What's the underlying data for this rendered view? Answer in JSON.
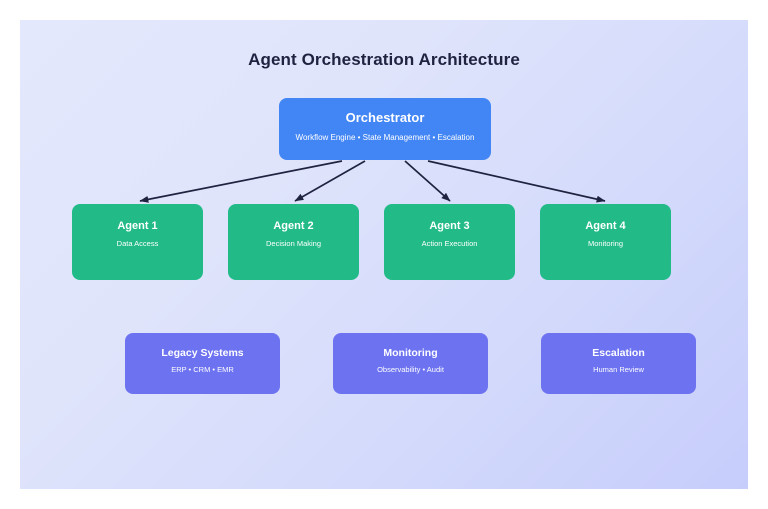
{
  "diagram": {
    "title": "Agent Orchestration Architecture",
    "type": "flow-diagram",
    "canvas": {
      "background_gradient_from": "#e4e8fc",
      "background_gradient_to": "#c6cdfb",
      "page_background": "#ffffff"
    },
    "colors": {
      "title_text": "#1f2340",
      "orchestrator": "#4285f4",
      "agent": "#22bb88",
      "system": "#6c72f0",
      "arrow": "#1f2340",
      "node_text": "#ffffff"
    },
    "orchestrator": {
      "title": "Orchestrator",
      "subtitle": "Workflow Engine • State Management • Escalation"
    },
    "agents": [
      {
        "title": "Agent 1",
        "subtitle": "Data Access"
      },
      {
        "title": "Agent 2",
        "subtitle": "Decision Making"
      },
      {
        "title": "Agent 3",
        "subtitle": "Action Execution"
      },
      {
        "title": "Agent 4",
        "subtitle": "Monitoring"
      }
    ],
    "systems": [
      {
        "title": "Legacy Systems",
        "subtitle": "ERP • CRM • EMR"
      },
      {
        "title": "Monitoring",
        "subtitle": "Observability • Audit"
      },
      {
        "title": "Escalation",
        "subtitle": "Human Review"
      }
    ],
    "connections": [
      {
        "from": "Orchestrator",
        "to": "Agent 1",
        "style": "arrow"
      },
      {
        "from": "Orchestrator",
        "to": "Agent 2",
        "style": "arrow"
      },
      {
        "from": "Orchestrator",
        "to": "Agent 3",
        "style": "arrow"
      },
      {
        "from": "Orchestrator",
        "to": "Agent 4",
        "style": "arrow"
      }
    ]
  }
}
